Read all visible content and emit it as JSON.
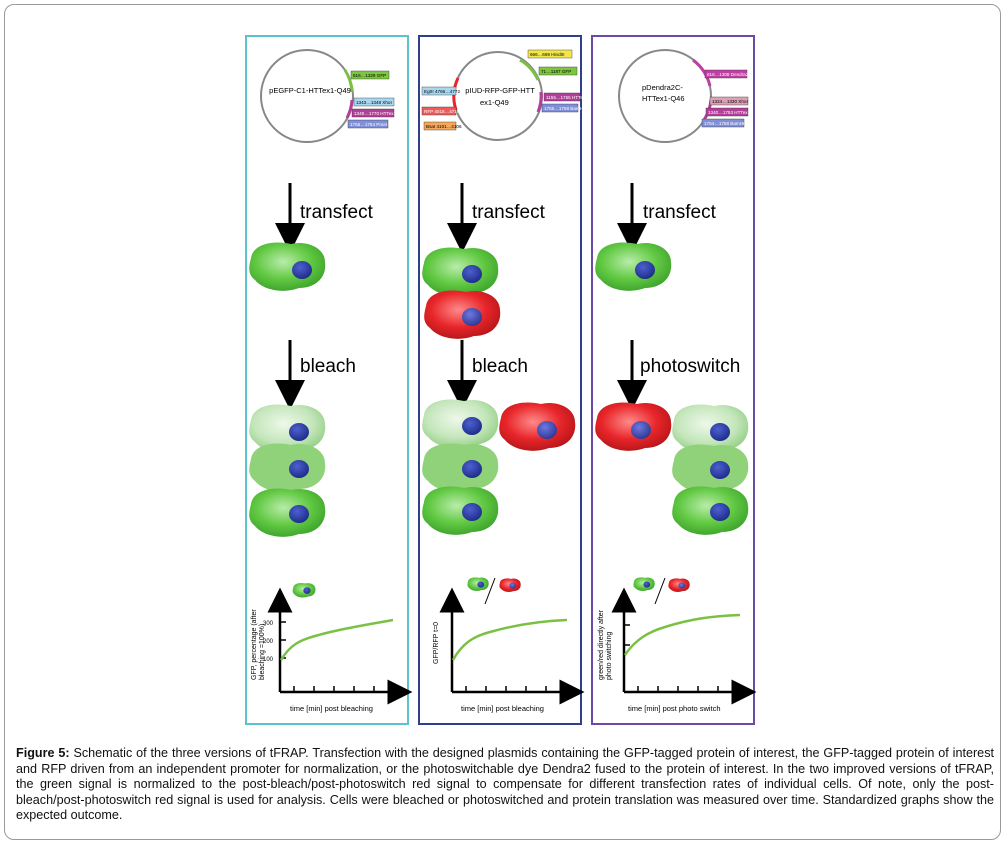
{
  "panels": [
    {
      "plasmid": {
        "name_lines": [
          "pEGFP-C1-HTTex1-Q49"
        ],
        "features": [
          {
            "text": "616…1329 GFP",
            "color": "#7dc73f"
          },
          {
            "text": "1343…1348 XhoI",
            "color": "#a8d8f0"
          },
          {
            "text": "1349…1770 HTTex1",
            "color": "#b43f9a"
          },
          {
            "text": "1755…1754 PmeI",
            "color": "#7f8fd8"
          }
        ]
      },
      "step1": "transfect",
      "step2": "bleach",
      "graph": {
        "ylabel_lines": [
          "GFP, percentage (after",
          "bleaching =100%)"
        ],
        "yticks": [
          "300",
          "200",
          "100"
        ],
        "xlabel": "time [min] post bleaching"
      }
    },
    {
      "plasmid": {
        "name_lines": [
          "pIUD-RFP-GFP-HTT",
          "ex1-Q49"
        ],
        "features": [
          {
            "text": "666…669 HindIII",
            "color": "#f2e64a"
          },
          {
            "text": "71…1187 GFP",
            "color": "#7dc73f"
          },
          {
            "text": "1155…1755 HTTex1",
            "color": "#b43f9a"
          },
          {
            "text": "1755…1758 BamHI",
            "color": "#7f8fd8"
          },
          {
            "text": "EgrII 4766…4772",
            "color": "#a8d8f0"
          },
          {
            "text": "RFP 4016…4719",
            "color": "#f05a5a"
          },
          {
            "text": "BsaI 4101…4106",
            "color": "#f5a75a"
          }
        ]
      },
      "step1": "transfect",
      "step2": "bleach",
      "graph": {
        "ylabel_lines": [
          "GFP/RFP t=0"
        ],
        "yticks": [],
        "xlabel": "time [min] post bleaching"
      }
    },
    {
      "plasmid": {
        "name_lines": [
          "pDendra2C-",
          "HTTex1-Q46"
        ],
        "features": [
          {
            "text": "616…1308 Dendra2",
            "color": "#c03fa5"
          },
          {
            "text": "1324…1330 XhoI",
            "color": "#e0a0b8"
          },
          {
            "text": "1340…1753 HTTex1",
            "color": "#b43f9a"
          },
          {
            "text": "1754…1758 BamHI",
            "color": "#7f8fd8"
          }
        ]
      },
      "step1": "transfect",
      "step2": "photoswitch",
      "graph": {
        "ylabel_lines": [
          "green/red directly after",
          "photo switching"
        ],
        "yticks": [],
        "xlabel": "time [min] post photo switch"
      }
    }
  ],
  "caption": {
    "label": "Figure 5:",
    "text": "Schematic of the three versions of tFRAP. Transfection with the designed plasmids containing the GFP-tagged protein of interest, the GFP-tagged protein of interest and RFP driven from an independent promoter for normalization, or the photoswitchable dye Dendra2 fused to the protein of interest. In the two improved versions of tFRAP, the green signal is normalized to the post-bleach/post-photoswitch red signal to compensate for different transfection rates of individual cells. Of note, only the post-bleach/post-photoswitch red signal is used for analysis. Cells were bleached or photoswitched and protein translation was measured over time. Standardized graphs show the expected outcome."
  },
  "colors": {
    "panel1": "#5bc2cf",
    "panel2": "#2e3f8c",
    "panel3": "#6b4aa6",
    "curve": "#7ac143",
    "nucleus": "#2a3aa0",
    "cell_green": "#5cc43f",
    "cell_red": "#e8262a",
    "cell_bleached": "#b8deb0"
  }
}
